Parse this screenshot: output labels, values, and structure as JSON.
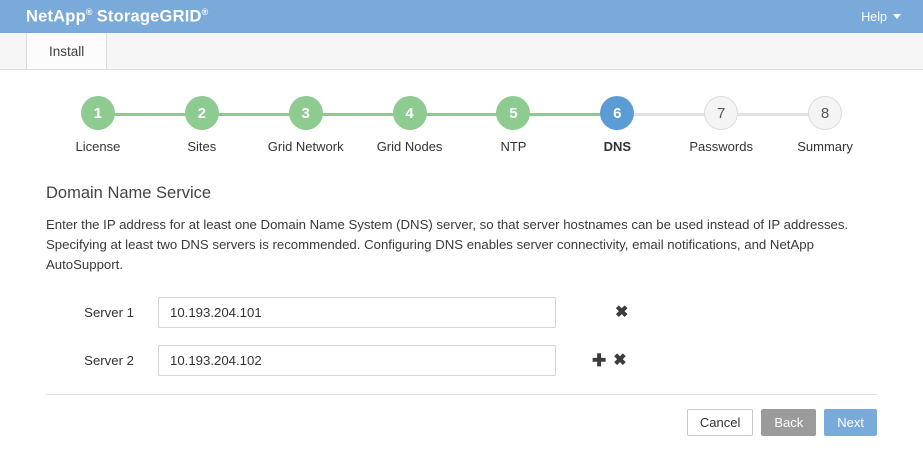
{
  "header": {
    "brand_primary": "NetApp",
    "brand_secondary": "StorageGRID",
    "trademark": "®",
    "help_label": "Help",
    "caret_icon": "chevron-down-icon",
    "background_color": "#79aada"
  },
  "tabs": [
    {
      "label": "Install",
      "active": true
    }
  ],
  "stepper": {
    "steps": [
      {
        "number": "1",
        "label": "License",
        "state": "done"
      },
      {
        "number": "2",
        "label": "Sites",
        "state": "done"
      },
      {
        "number": "3",
        "label": "Grid Network",
        "state": "done"
      },
      {
        "number": "4",
        "label": "Grid Nodes",
        "state": "done"
      },
      {
        "number": "5",
        "label": "NTP",
        "state": "done"
      },
      {
        "number": "6",
        "label": "DNS",
        "state": "current"
      },
      {
        "number": "7",
        "label": "Passwords",
        "state": "todo"
      },
      {
        "number": "8",
        "label": "Summary",
        "state": "todo"
      }
    ],
    "colors": {
      "done": "#8ecb91",
      "current": "#5c9cd6",
      "todo": "#f4f4f4"
    }
  },
  "main": {
    "section_title": "Domain Name Service",
    "description": "Enter the IP address for at least one Domain Name System (DNS) server, so that server hostnames can be used instead of IP addresses. Specifying at least two DNS servers is recommended. Configuring DNS enables server connectivity, email notifications, and NetApp AutoSupport.",
    "servers": [
      {
        "label": "Server 1",
        "value": "10.193.204.101",
        "placeholder": "",
        "has_add": false,
        "has_remove": true
      },
      {
        "label": "Server 2",
        "value": "10.193.204.102",
        "placeholder": "",
        "has_add": true,
        "has_remove": true
      }
    ],
    "icons": {
      "add": "✚",
      "remove": "✖",
      "add_name": "add-server-icon",
      "remove_name": "remove-server-icon"
    }
  },
  "footer": {
    "cancel_label": "Cancel",
    "back_label": "Back",
    "next_label": "Next",
    "next_color": "#79aada",
    "back_color": "#9b9b9b"
  }
}
